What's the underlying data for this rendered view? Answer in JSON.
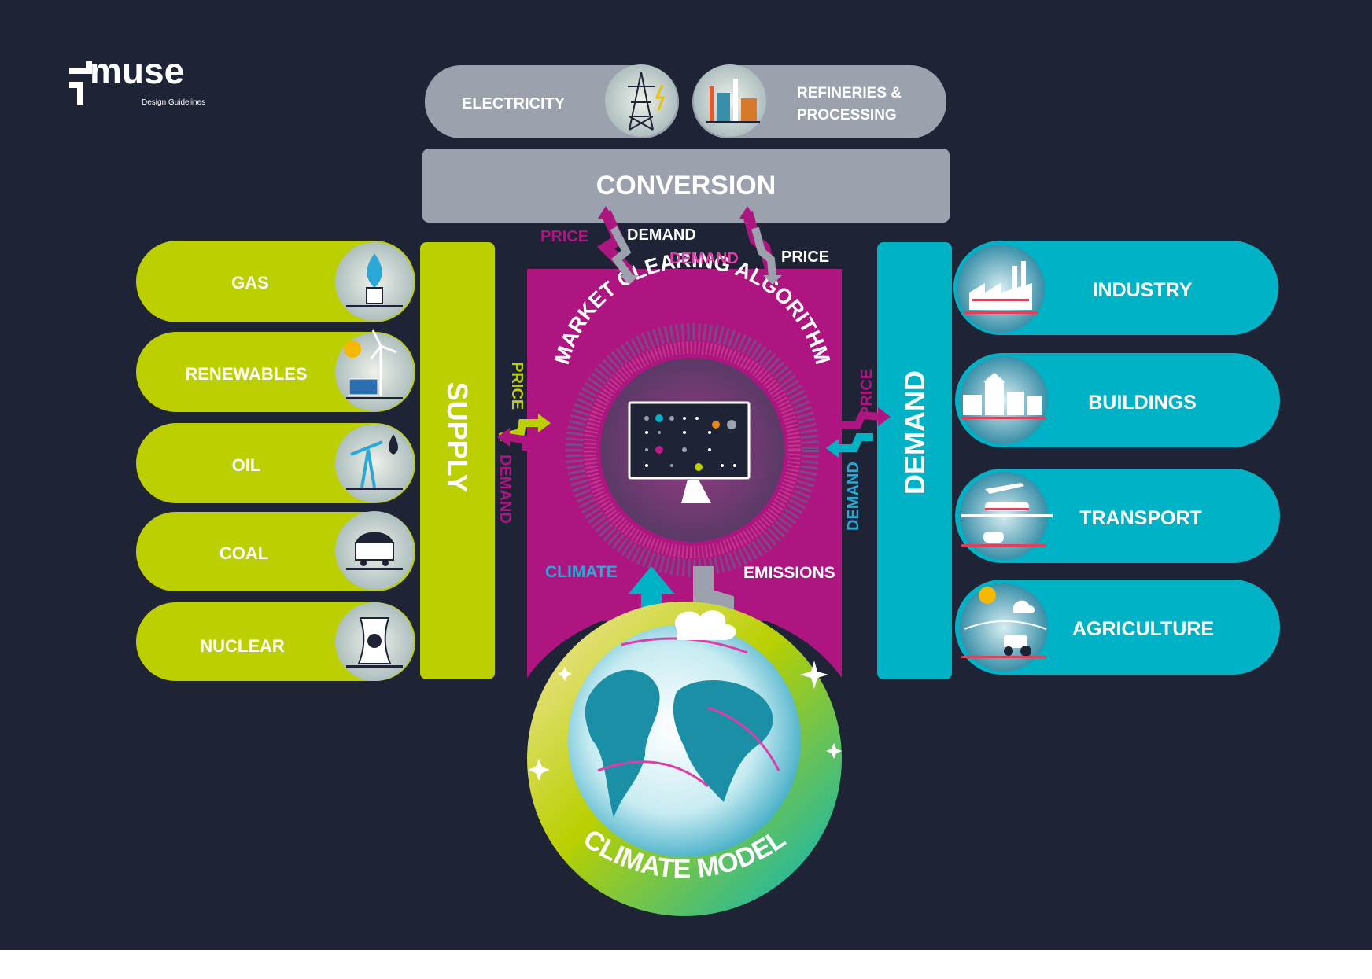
{
  "logo": {
    "wordmark": "muse",
    "tagline": "Design Guidelines"
  },
  "conversion": {
    "title": "CONVERSION",
    "electricity": "ELECTRICITY",
    "refineries_line1": "REFINERIES &",
    "refineries_line2": "PROCESSING"
  },
  "supply": {
    "title": "SUPPLY",
    "items": [
      {
        "label": "GAS",
        "icon": "gas-flame-icon"
      },
      {
        "label": "RENEWABLES",
        "icon": "wind-solar-icon"
      },
      {
        "label": "OIL",
        "icon": "oil-pump-icon"
      },
      {
        "label": "COAL",
        "icon": "coal-cart-icon"
      },
      {
        "label": "NUCLEAR",
        "icon": "nuclear-tower-icon"
      }
    ]
  },
  "demand": {
    "title": "DEMAND",
    "items": [
      {
        "label": "INDUSTRY",
        "icon": "factory-icon"
      },
      {
        "label": "BUILDINGS",
        "icon": "houses-icon"
      },
      {
        "label": "TRANSPORT",
        "icon": "train-plane-icon"
      },
      {
        "label": "AGRICULTURE",
        "icon": "tractor-icon"
      }
    ]
  },
  "market": {
    "title": "MARKET CLEARING ALGORITHM"
  },
  "climate": {
    "title": "CLIMATE MODEL"
  },
  "flows": {
    "price": "PRICE",
    "demand": "DEMAND",
    "climate": "CLIMATE",
    "emissions": "EMISSIONS"
  },
  "colors": {
    "background": "#1e2335",
    "supply_green": "#bccf00",
    "demand_teal": "#00b2c6",
    "market_magenta": "#ae1580",
    "conversion_grey": "#9ba2ad"
  }
}
